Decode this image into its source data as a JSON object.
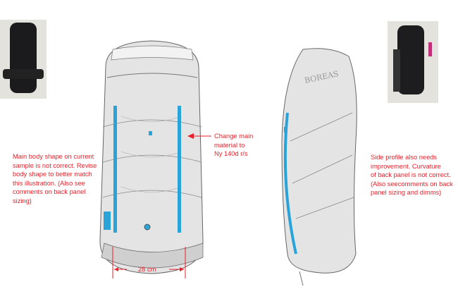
{
  "annotations": {
    "front": [
      "Main body shape on current",
      "sample is not correct. Revise",
      "body shape to better match",
      "this illustration. (Also see",
      "comments on back panel",
      "sizing)"
    ],
    "material": [
      "Change main",
      "material to",
      "Ny 140d r/s"
    ],
    "side": [
      "Side profile also needs",
      "improvement. Curvature",
      "of back panel is not correct.",
      "(Also seecomments on back",
      "panel sizing and dimms)"
    ],
    "width": "28 cm"
  },
  "brand_logo": "BOREAS",
  "colors": {
    "annotation": "#e8202a",
    "zipper": "#29a3d8",
    "body": "#e6e6e6"
  }
}
